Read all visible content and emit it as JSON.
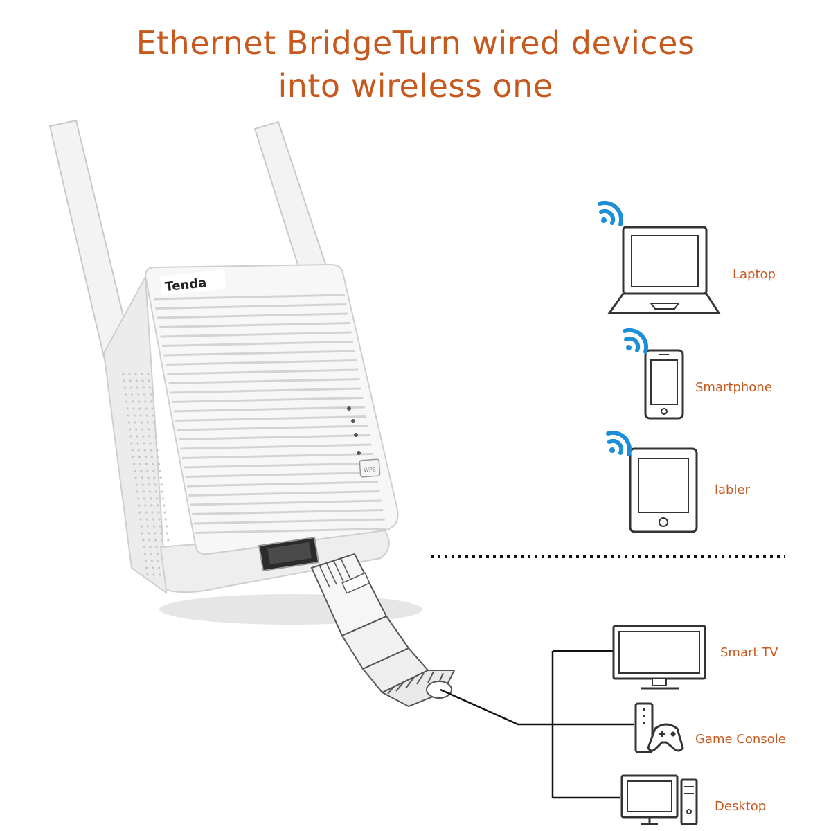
{
  "title": {
    "line1": "Ethernet BridgeTurn wired devices",
    "line2": "into wireless one"
  },
  "device": {
    "brand": "Tenda",
    "wps_label": "WPS"
  },
  "wireless_devices": [
    {
      "label": "Laptop",
      "icon": "laptop-icon"
    },
    {
      "label": "Smartphone",
      "icon": "smartphone-icon"
    },
    {
      "label": "labler",
      "icon": "tablet-icon"
    }
  ],
  "wired_devices": [
    {
      "label": "Smart TV",
      "icon": "tv-icon"
    },
    {
      "label": "Game Console",
      "icon": "game-console-icon"
    },
    {
      "label": "Desktop",
      "icon": "desktop-icon"
    }
  ],
  "colors": {
    "title": "#c8591e",
    "wifi": "#1c8fd6",
    "outline": "#333333"
  }
}
